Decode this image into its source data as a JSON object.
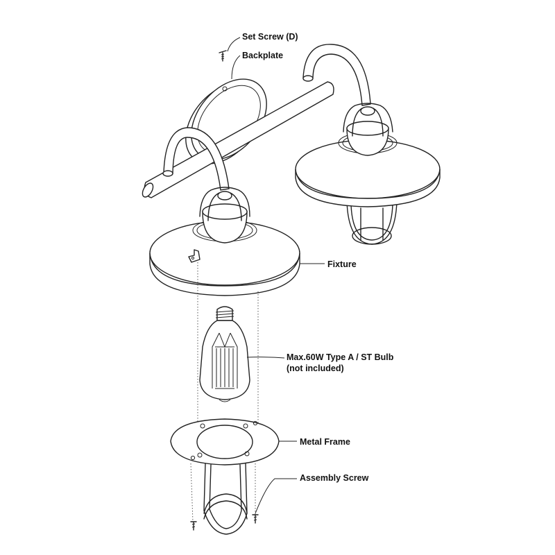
{
  "labels": {
    "set_screw": "Set Screw (D)",
    "backplate": "Backplate",
    "fixture": "Fixture",
    "bulb_line1": "Max.60W Type A / ST Bulb",
    "bulb_line2": "(not included)",
    "metal_frame": "Metal Frame",
    "assembly_screw": "Assembly Screw"
  },
  "icons": {
    "fixture": "vanity-light-fixture",
    "bulb": "edison-bulb",
    "frame": "metal-frame-cage",
    "screw": "screw"
  },
  "colors": {
    "line": "#222222",
    "background": "#ffffff"
  }
}
